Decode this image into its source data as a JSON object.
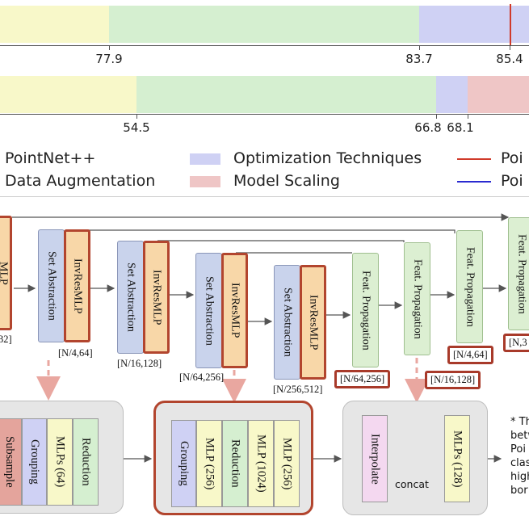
{
  "bars": [
    {
      "name": "bar-1",
      "ticks": [
        "77.9",
        "83.7",
        "85.4"
      ]
    },
    {
      "name": "bar-2",
      "ticks": [
        "54.5",
        "66.8",
        "68.1"
      ]
    }
  ],
  "legend": [
    {
      "label": "PointNet++",
      "kind": "swatch",
      "color": "#f8f8c9"
    },
    {
      "label": "Data Augmentation",
      "kind": "swatch",
      "color": "#d5efd0"
    },
    {
      "label": "Optimization Techniques",
      "kind": "swatch",
      "color": "#cfd1f4"
    },
    {
      "label": "Model Scaling",
      "kind": "swatch",
      "color": "#efc6c6"
    },
    {
      "label": "Poi",
      "kind": "line",
      "color": "#d03a2a"
    },
    {
      "label": "Poi",
      "kind": "line",
      "color": "#2a2ad0"
    }
  ],
  "colors": {
    "pointnet": "#f8f8c9",
    "augment": "#d5efd0",
    "optim": "#cfd1f4",
    "scaling": "#efc6c6",
    "redline": "#d03a2a"
  },
  "arch": {
    "blocks": {
      "mlp": "MLP",
      "sa": "Set Abstraction",
      "inv": "InvResMLP",
      "fp": "Feat. Propagation"
    },
    "dims": {
      "d0": "32]",
      "d1": "[N/4,64]",
      "d2": "[N/16,128]",
      "d3": "[N/64,256]",
      "d4": "[N/256,512]",
      "d5": "[N/64,256]",
      "d6": "[N/16,128]",
      "d7": "[N/4,64]",
      "d8": "[N,3"
    }
  },
  "details": {
    "sa": [
      "Subsample",
      "Grouping",
      "MLPs (64)",
      "Reduction"
    ],
    "inv": [
      "Grouping",
      "MLP (256)",
      "Reduction",
      "MLP (1024)",
      "MLP (256)"
    ],
    "fp": {
      "interpolate": "Interpolate",
      "concat": "concat",
      "mlps": "MLPs (128)"
    }
  },
  "note": [
    "* Th",
    "betw",
    "Poi",
    "clas",
    "high",
    "bor"
  ]
}
